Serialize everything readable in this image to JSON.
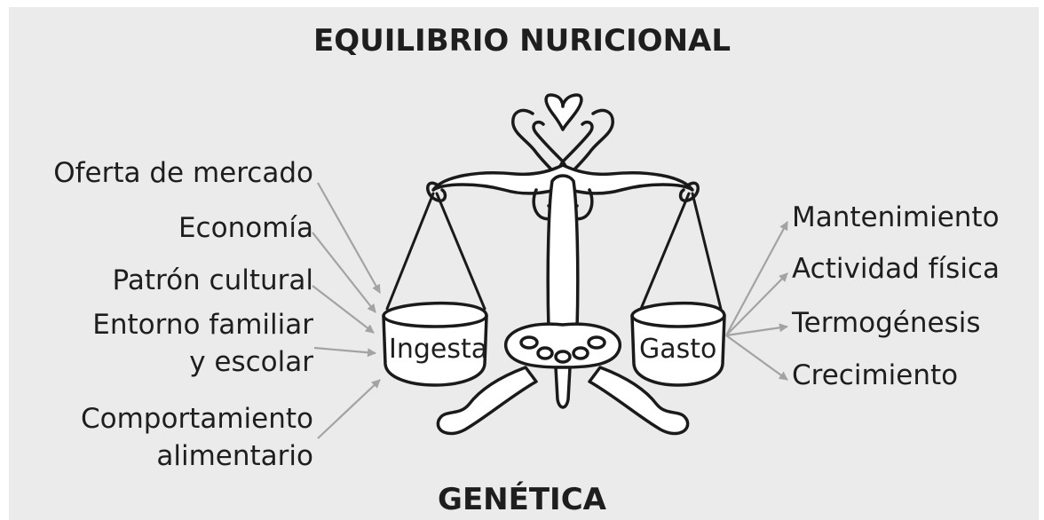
{
  "title": "EQUILIBRIO NURICIONAL",
  "bottom_title": "GENÉTICA",
  "left_factors": [
    {
      "label": "Oferta de mercado"
    },
    {
      "label": "Economía"
    },
    {
      "label": "Patrón cultural"
    },
    {
      "label": "Entorno familiar",
      "label2": "y escolar"
    },
    {
      "label": "Comportamiento",
      "label2": "alimentario"
    }
  ],
  "right_factors": [
    {
      "label": "Mantenimiento"
    },
    {
      "label": "Actividad física"
    },
    {
      "label": "Termogénesis"
    },
    {
      "label": "Crecimiento"
    }
  ],
  "left_pan_label": "Ingesta",
  "right_pan_label": "Gasto",
  "colors": {
    "background": "#ebebeb",
    "text": "#1e1e1e",
    "arrow": "#a3a3a3",
    "scale_stroke": "#1a1a1a",
    "scale_fill": "#ffffff"
  },
  "icons": {
    "scale": "balance-scale-icon"
  }
}
